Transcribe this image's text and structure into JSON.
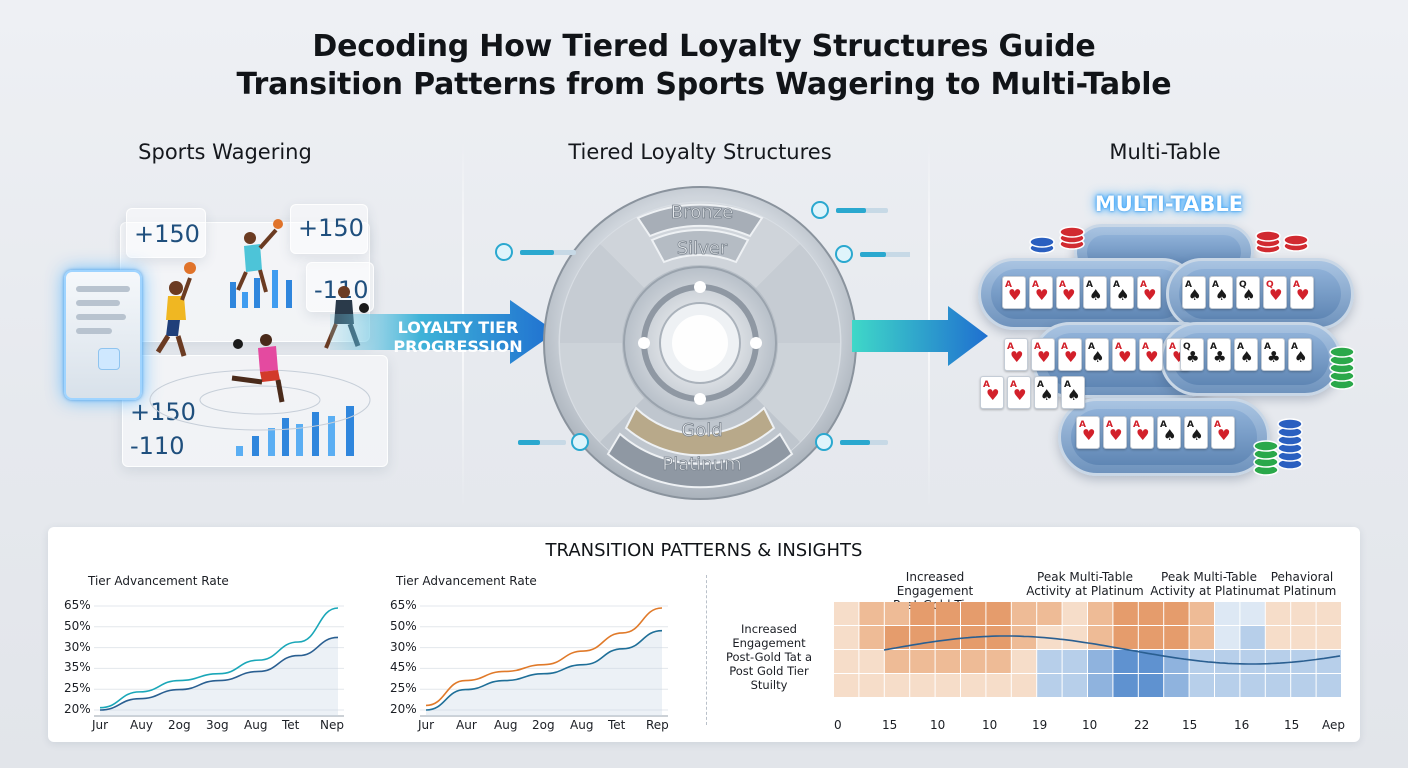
{
  "title_line1": "Decoding How Tiered Loyalty Structures Guide",
  "title_line2": "Transition Patterns from Sports Wagering to Multi-Table",
  "columns": {
    "left": "Sports Wagering",
    "center": "Tiered Loyalty Structures",
    "right": "Multi-Table"
  },
  "sports": {
    "odds": [
      "+150",
      "+150",
      "-110",
      "+150",
      "-110"
    ],
    "icon": "phone-betting-icon"
  },
  "arrow_label": "LOYALTY TIER PROGRESSION",
  "tiers": [
    "Bronze",
    "Silver",
    "Gold",
    "Platinum"
  ],
  "multitable_label": "MULTI-TABLE",
  "bottom": {
    "title": "TRANSITION PATTERNS & INSIGHTS"
  },
  "colors": {
    "accent_blue": "#2f86dd",
    "teal": "#1aa7b8",
    "orange": "#e07a2a",
    "navy": "#2a5f91",
    "heat_orange": "#e9a878",
    "heat_blue": "#6fa0d9"
  },
  "chart_data": [
    {
      "type": "line",
      "title": "Tier Advancement Rate",
      "categories": [
        "Jur",
        "Auy",
        "2og",
        "3og",
        "Aug",
        "Tet",
        "Nep"
      ],
      "yticks": [
        "65%",
        "50%",
        "30%",
        "35%",
        "25%",
        "20%"
      ],
      "series": [
        {
          "color": "#1aa7b8",
          "values": [
            21,
            28,
            33,
            36,
            42,
            50,
            65
          ]
        },
        {
          "color": "#2a5f91",
          "values": [
            20,
            25,
            29,
            33,
            37,
            44,
            52
          ]
        }
      ]
    },
    {
      "type": "line",
      "title": "Tier Advancement Rate",
      "categories": [
        "Jur",
        "Aur",
        "Aug",
        "2og",
        "Aug",
        "Tet",
        "Rep"
      ],
      "yticks": [
        "65%",
        "50%",
        "30%",
        "45%",
        "25%",
        "20%"
      ],
      "series": [
        {
          "color": "#e07a2a",
          "values": [
            22,
            33,
            37,
            40,
            46,
            54,
            65
          ]
        },
        {
          "color": "#1f6f98",
          "values": [
            20,
            29,
            33,
            36,
            40,
            47,
            55
          ]
        }
      ]
    },
    {
      "type": "heatmap",
      "column_headers": [
        "Increased Engagement\nPost-Gold Tier",
        "Peak Multi-Table\nActivity at Platinum",
        "Peak Multi-Table\nActivity at Platinum",
        "Pehavioral\nat Platinum"
      ],
      "row_label": "Increased\nEngagement\nPost-Gold Tat a\nPost Gold Tier\nStuilty",
      "xticks": [
        "0",
        "15",
        "10",
        "10",
        "19",
        "10",
        "22",
        "15",
        "16",
        "15",
        "Aep"
      ],
      "rows": 4,
      "cols": 20,
      "cells": [
        [
          "o1",
          "o2",
          "o2",
          "o3",
          "o3",
          "o3",
          "o3",
          "o2",
          "o2",
          "o1",
          "o2",
          "o3",
          "o3",
          "o3",
          "o2",
          "b1",
          "b1",
          "o1",
          "o1",
          "o1"
        ],
        [
          "o1",
          "o2",
          "o3",
          "o3",
          "o3",
          "o3",
          "o3",
          "o2",
          "o1",
          "o1",
          "o2",
          "o3",
          "o3",
          "o3",
          "o2",
          "b1",
          "b2",
          "o1",
          "o1",
          "o1"
        ],
        [
          "o1",
          "o1",
          "o2",
          "o2",
          "o2",
          "o2",
          "o2",
          "o1",
          "b2",
          "b2",
          "b3",
          "b4",
          "b4",
          "b3",
          "b2",
          "b2",
          "b2",
          "b2",
          "b2",
          "b2"
        ],
        [
          "o1",
          "o1",
          "o1",
          "o1",
          "o1",
          "o1",
          "o1",
          "o1",
          "b2",
          "b2",
          "b3",
          "b4",
          "b4",
          "b3",
          "b2",
          "b2",
          "b2",
          "b2",
          "b2",
          "b2"
        ]
      ]
    }
  ]
}
